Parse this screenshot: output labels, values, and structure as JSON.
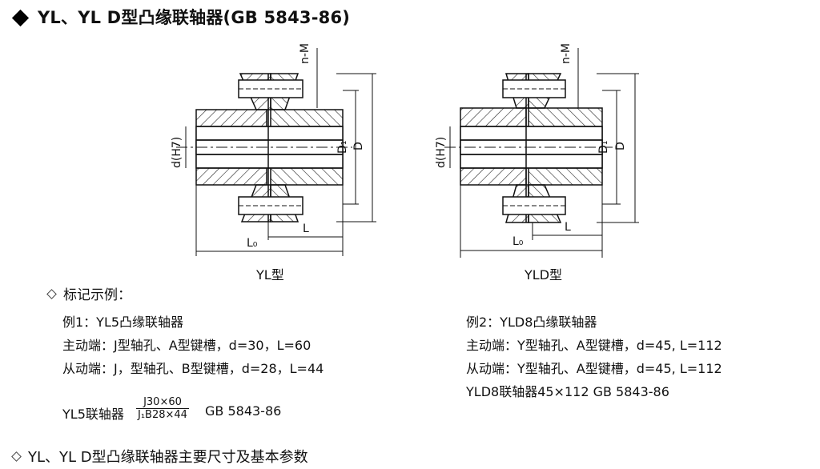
{
  "title": "YL、YL D型凸缘联轴器(GB 5843-86)",
  "diagram": {
    "left_caption": "YL型",
    "right_caption": "YLD型",
    "labels": {
      "nm": "n-M",
      "d": "d(H7)",
      "d1": "D₁",
      "D": "D",
      "L0": "L₀",
      "L": "L"
    }
  },
  "marking": {
    "heading": "标记示例：",
    "ex1": {
      "title": "例1：YL5凸缘联轴器",
      "line1": "主动端：J型轴孔、A型键槽，d=30，L=60",
      "line2": "从动端：J，型轴孔、B型键槽，d=28，L=44",
      "formula_prefix": "YL5联轴器",
      "formula_num": "J30×60",
      "formula_den": "J₁B28×44",
      "formula_std": "GB 5843-86"
    },
    "ex2": {
      "title": "例2：YLD8凸缘联轴器",
      "line1": "主动端：Y型轴孔、A型键槽，d=45, L=112",
      "line2": "从动端：Y型轴孔、A型键槽，d=45, L=112",
      "line3": "YLD8联轴器45×112   GB 5843-86"
    }
  },
  "section2": "YL、YL D型凸缘联轴器主要尺寸及基本参数"
}
